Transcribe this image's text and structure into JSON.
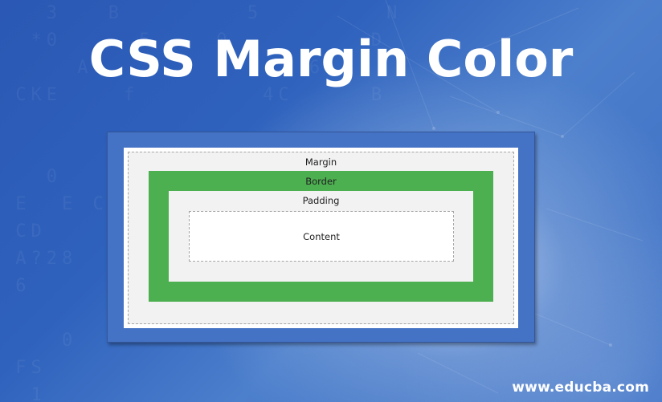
{
  "title": "CSS Margin Color",
  "diagram": {
    "margin_label": "Margin",
    "border_label": "Border",
    "padding_label": "Padding",
    "content_label": "Content"
  },
  "colors": {
    "outer_frame": "#4472c4",
    "margin_fill": "#f2f2f2",
    "border_fill": "#4caf50",
    "padding_fill": "#f2f2f2",
    "content_fill": "#ffffff"
  },
  "watermark": "www.educba.com"
}
